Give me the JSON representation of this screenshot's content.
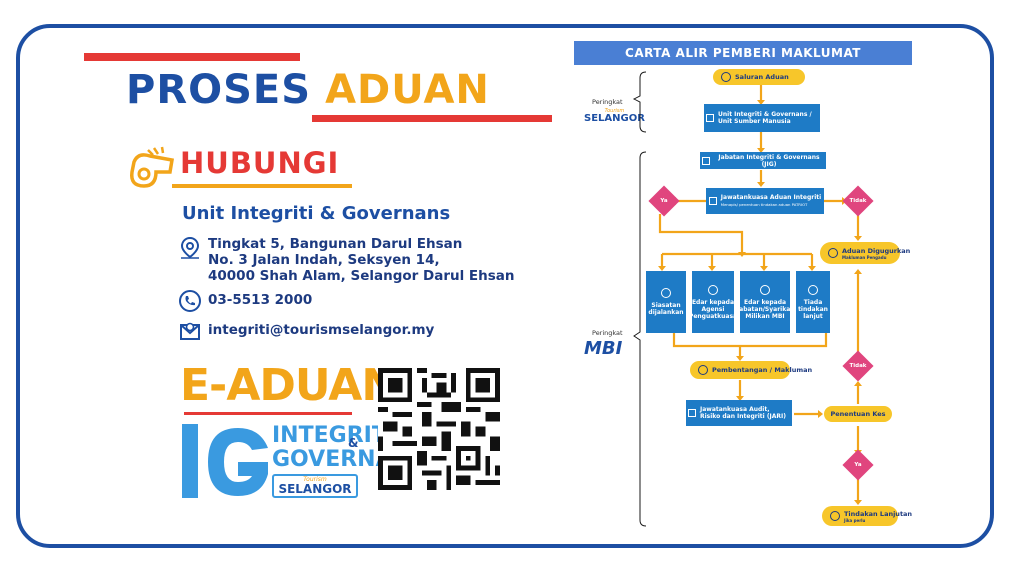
{
  "left": {
    "title_w1": "PROSES",
    "title_w2": "ADUAN",
    "hubungi": "HUBUNGI",
    "unit_name": "Unit Integriti & Governans",
    "address_l1": "Tingkat 5, Bangunan Darul Ehsan",
    "address_l2": "No. 3 Jalan Indah, Seksyen 14,",
    "address_l3": "40000 Shah Alam, Selangor Darul Ehsan",
    "phone": "03-5513 2000",
    "email": "integriti@tourismselangor.my",
    "eaduan": "E-ADUAN",
    "ig_line1": "INTEGRITI",
    "ig_amp": "&",
    "ig_line2": "GOVERNAN",
    "tourism_small": "Tourism",
    "selangor": "SELANGOR"
  },
  "chart": {
    "header": "CARTA ALIR PEMBERI MAKLUMAT",
    "level_label": "Peringkat",
    "level1_small": "Tourism",
    "level1_logo": "SELANGOR",
    "level2_logo": "MBI",
    "saluran": "Saluran Aduan",
    "unit_box_l1": "Unit Integriti & Governans /",
    "unit_box_l2": "Unit Sumber Manusia",
    "jabatan": "Jabatan Integriti & Governans (JIG)",
    "jawatankuasa": "Jawatankuasa Aduan Integriti",
    "jawatankuasa_sub": "Menapis/ penentuan tindakan aduan PATRIOT",
    "ya1": "Ya",
    "tidak1": "Tidak",
    "digugurkan": "Aduan Digugurkan",
    "digugurkan_sub": "Makluman Pengadu",
    "opt1": "Siasatan dijalankan",
    "opt2": "Edar kepada Agensi Penguatkuasa",
    "opt3": "Edar kepada Jabatan/Syarikat Milikan MBI",
    "opt4": "Tiada tindakan lanjut",
    "pembentangan": "Pembentangan / Makluman",
    "jaari": "Jawatankuasa Audit, Risiko dan Integriti (JARI)",
    "tidak2": "Tidak",
    "penentuan": "Penentuan Kes",
    "ya2": "Ya",
    "tindakan": "Tindakan Lanjutan",
    "tindakan_sub": "Jika perlu"
  },
  "colors": {
    "blue": "#1d4fa3",
    "orange": "#f2a51a",
    "red": "#e53935",
    "box_blue": "#1e7bc6",
    "pill_yellow": "#f7c62a",
    "diamond_pink": "#e0457e"
  }
}
